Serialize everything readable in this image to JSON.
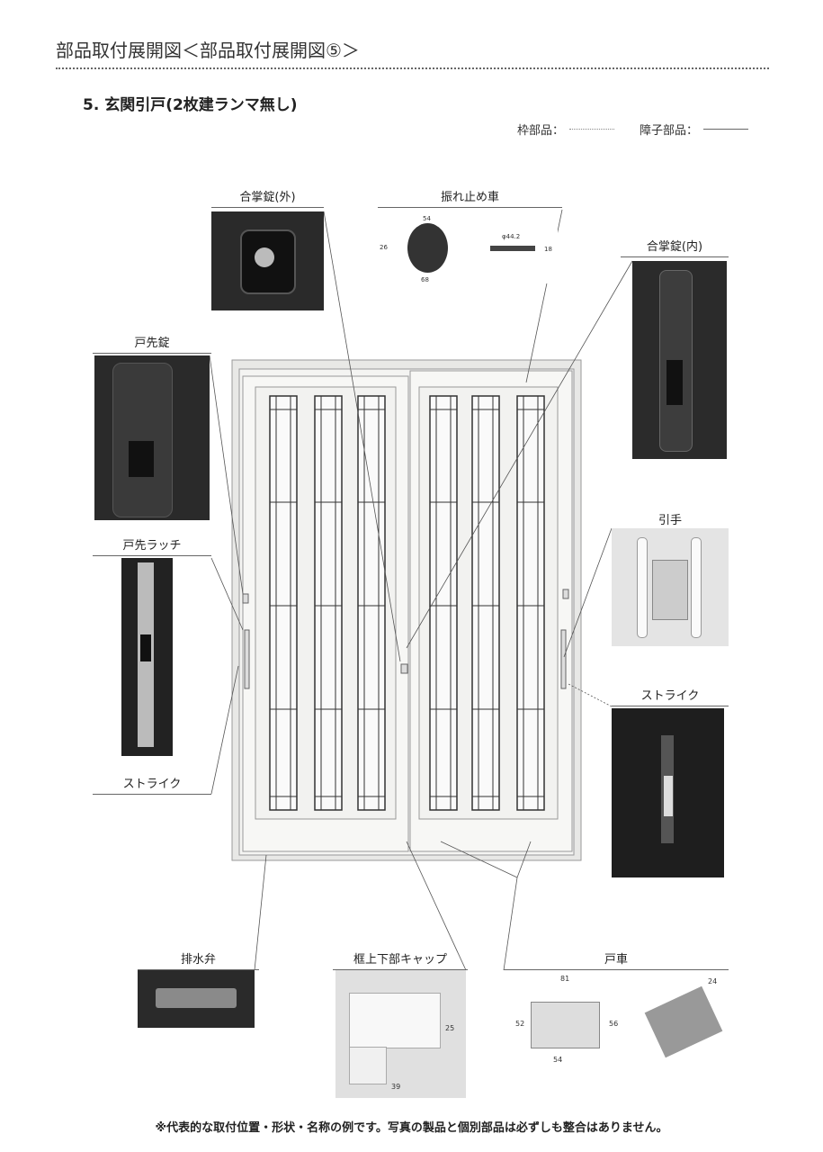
{
  "header": {
    "title": "部品取付展開図＜部品取付展開図⑤＞",
    "section": "5. 玄関引戸(2枚建ランマ無し)"
  },
  "legend": {
    "frame_parts": "枠部品：",
    "shoji_parts": "障子部品："
  },
  "parts": {
    "gassho_out": "合掌錠(外)",
    "furedome": "振れ止め車",
    "gassho_in": "合掌錠(内)",
    "tosaki_lock": "戸先錠",
    "tosaki_latch": "戸先ラッチ",
    "strike_left": "ストライク",
    "hikite": "引手",
    "strike_right": "ストライク",
    "drain_valve": "排水弁",
    "cap": "框上下部キャップ",
    "doguruma": "戸車"
  },
  "dimensions": {
    "furedome": [
      "54",
      "26",
      "68",
      "φ44.2",
      "18"
    ],
    "cap": [
      "25",
      "39"
    ],
    "doguruma": [
      "81",
      "52",
      "56",
      "54",
      "24"
    ]
  },
  "footer": "※代表的な取付位置・形状・名称の例です。写真の製品と個別部品は必ずしも整合はありません。"
}
